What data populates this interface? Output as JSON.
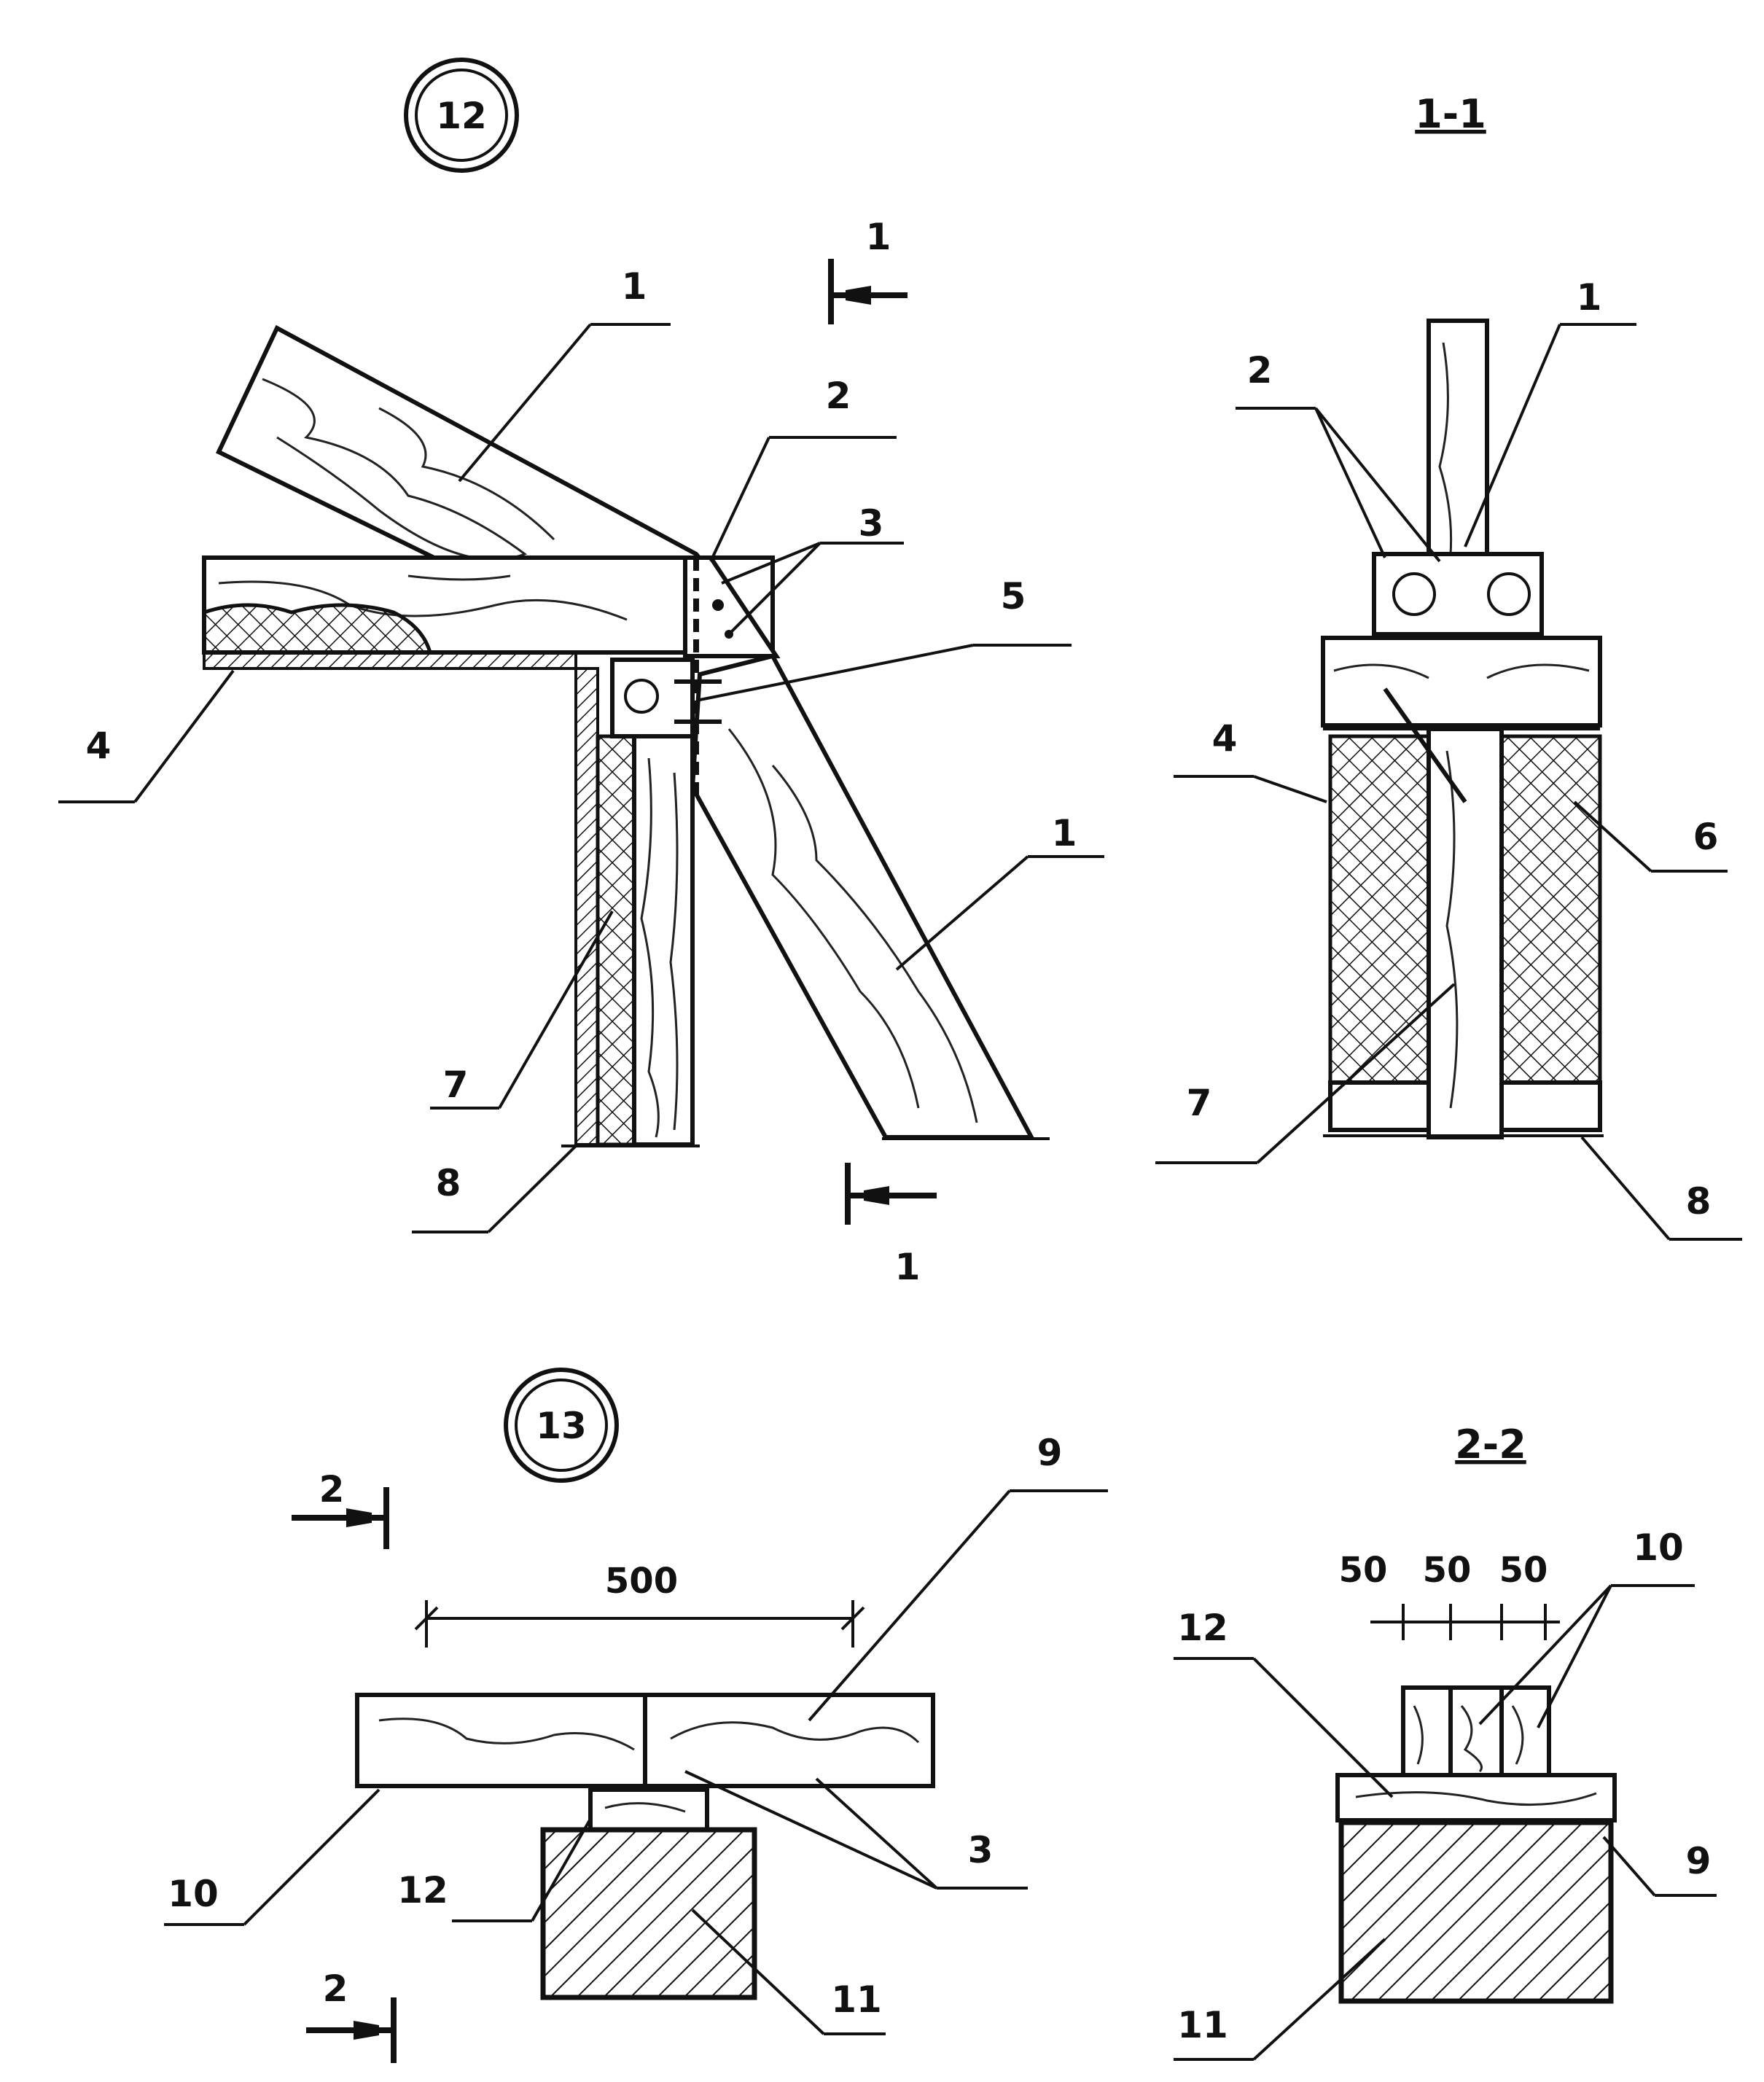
{
  "detail_12": {
    "number": "12"
  },
  "detail_13": {
    "number": "13"
  },
  "section_1_1": {
    "title": "1-1"
  },
  "section_2_2": {
    "title": "2-2"
  },
  "section_marks": {
    "s1": "1",
    "s2": "2"
  },
  "dimensions": {
    "span": "500",
    "w1": "50",
    "w2": "50",
    "w3": "50"
  },
  "labels": {
    "l1": "1",
    "l2": "2",
    "l3": "3",
    "l4": "4",
    "l5": "5",
    "l6": "6",
    "l7": "7",
    "l8": "8",
    "l9": "9",
    "l10": "10",
    "l11": "11",
    "l12": "12"
  }
}
